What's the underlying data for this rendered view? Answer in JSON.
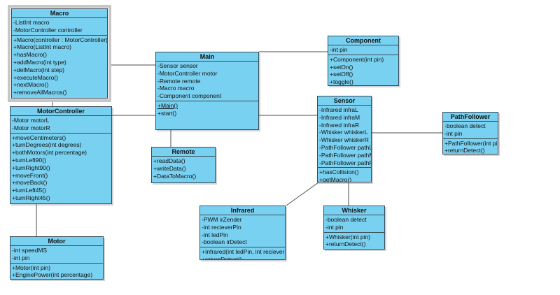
{
  "colors": {
    "box_fill": "#79d1f1",
    "box_border": "#3b4a54",
    "line_color": "#4d4d4d",
    "selection_frame": "#c6c6c6",
    "background": "#ffffff"
  },
  "underlined_members": [
    "+Main()"
  ],
  "classes": [
    {
      "id": "macro",
      "name": "Macro",
      "selected": true,
      "attributes": [
        "-ListInt macro",
        "-MotorController controller"
      ],
      "methods": [
        "+Macro(controller : MotorController)",
        "+Macro(ListInt macro)",
        "+hasMacro()",
        "+addMacro(int type)",
        "+delMacro(int step)",
        "+executeMacro()",
        "+nextMacro()",
        "+removeAllMacros()"
      ]
    },
    {
      "id": "motorcontroller",
      "name": "MotorController",
      "selected": false,
      "attributes": [
        "-Motor motorL",
        "-Motor motorR"
      ],
      "methods": [
        "+moveCentimeters()",
        "+turnDegrees(int degrees)",
        "+bothMotors(int percentage)",
        "+turnLeft90()",
        "+turnRight90()",
        "+moveFront()",
        "+moveBack()",
        "+turnLeft45()",
        "+turnRight45()"
      ]
    },
    {
      "id": "motor",
      "name": "Motor",
      "selected": false,
      "attributes": [
        "-int speedMS",
        "-int pin"
      ],
      "methods": [
        "+Motor(int pin)",
        "+EnginePower(int percentage)"
      ]
    },
    {
      "id": "main",
      "name": "Main",
      "selected": false,
      "attributes": [
        "-Sensor sensor",
        "-MotorController motor",
        "-Remote remote",
        "-Macro macro",
        "-Component component"
      ],
      "methods": [
        "+Main()",
        "+start()"
      ]
    },
    {
      "id": "remote",
      "name": "Remote",
      "selected": false,
      "attributes": [],
      "methods": [
        "+readData()",
        "+writeData()",
        "+DataToMacro()"
      ]
    },
    {
      "id": "component",
      "name": "Component",
      "selected": false,
      "attributes": [
        "-int pin"
      ],
      "methods": [
        "+Component(int pin)",
        "+setOn()",
        "+setOff()",
        "+toggle()"
      ]
    },
    {
      "id": "sensor",
      "name": "Sensor",
      "selected": false,
      "attributes": [
        "-Infrared infraL",
        "-Infrared infraM",
        "-Infrared infraR",
        "-Whisker whiskerL",
        "-Whisker whiskerR",
        "-PathFollower pathL",
        "-PathFollower pathM",
        "-PathFollower pathR"
      ],
      "methods": [
        "+hasCollision()",
        "+getMacro()"
      ]
    },
    {
      "id": "pathfollower",
      "name": "PathFollower",
      "selected": false,
      "attributes": [
        "-boolean detect",
        "-int pin"
      ],
      "methods": [
        "+PathFollower(int pin)",
        "+returnDetect()"
      ]
    },
    {
      "id": "infrared",
      "name": "Infrared",
      "selected": false,
      "attributes": [
        "-PWM irZender",
        "-int recieverPin",
        "-int ledPin",
        "-boolean irDetect"
      ],
      "methods": [
        "+Infrared(int ledPin, int recieverPin)",
        "+returnDetect()"
      ]
    },
    {
      "id": "whisker",
      "name": "Whisker",
      "selected": false,
      "attributes": [
        "-boolean detect",
        "-int pin"
      ],
      "methods": [
        "+Whisker(int pin)",
        "+returnDetect()"
      ]
    }
  ],
  "connections": [
    {
      "from": "Macro",
      "to": "Main"
    },
    {
      "from": "Macro",
      "to": "MotorController"
    },
    {
      "from": "MotorController",
      "to": "Main"
    },
    {
      "from": "MotorController",
      "to": "Motor"
    },
    {
      "from": "Main",
      "to": "Remote"
    },
    {
      "from": "Main",
      "to": "Component"
    },
    {
      "from": "Main",
      "to": "Sensor"
    },
    {
      "from": "Sensor",
      "to": "PathFollower"
    },
    {
      "from": "Sensor",
      "to": "Infrared"
    },
    {
      "from": "Sensor",
      "to": "Whisker"
    }
  ]
}
